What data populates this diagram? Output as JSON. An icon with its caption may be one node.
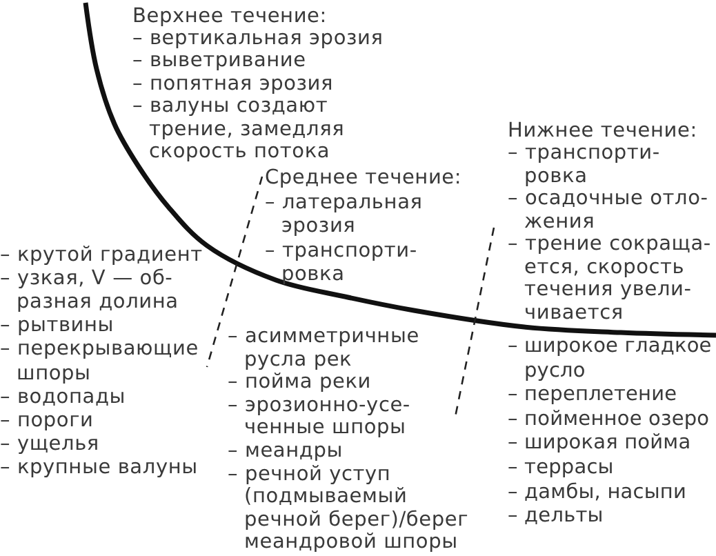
{
  "diagram": {
    "labels": [
      "Верхнее течение:",
      "– вертикальная эрозия",
      "– выветривание",
      "– попятная эрозия",
      "– валуны создают трение, замедляя скорость потока",
      "Среднее течение:",
      "– латеральная эрозия",
      "– транспорти- ровка",
      "Нижнее течение:",
      "– транспорти- ровка",
      "– осадочные отло- жения",
      "– трение сокраща- ется, скорость течения увели- чивается",
      "– крутой градиент",
      "– узкая, V — об- разная долина",
      "– рытвины",
      "– перекрывающие шпоры",
      "– водопады",
      "– пороги",
      "– ущелья",
      "– крупные валуны",
      "– асимметричные русла рек",
      "– пойма реки",
      "– эрозионно-усе- ченные шпоры",
      "– меандры",
      "– речной уступ (подмываемый речной берег)/берег меандровой шпоры",
      "– широкое гладкое русло",
      "– переплетение",
      "– пойменное озеро",
      "– широкая пойма",
      "– террасы",
      "– дамбы, насыпи",
      "– дельты"
    ]
  }
}
